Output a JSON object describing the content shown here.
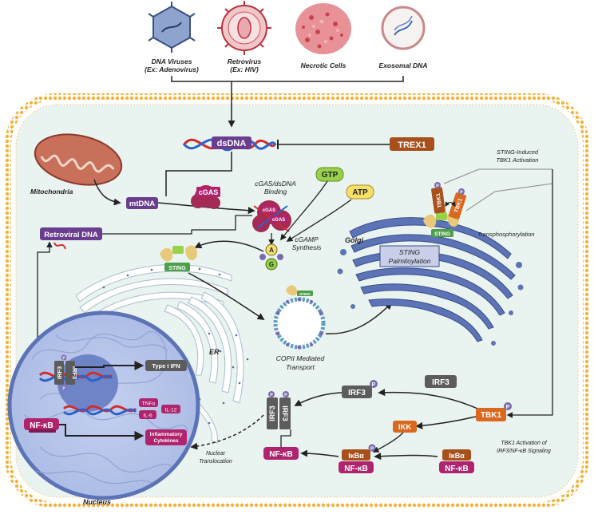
{
  "sources": {
    "dna_viruses": "DNA Viruses",
    "dna_viruses_ex": "(Ex: Adenovirus)",
    "retrovirus": "Retrovirus",
    "retrovirus_ex": "(Ex: HIV)",
    "necrotic": "Necrotic Cells",
    "exosomal": "Exosomal DNA"
  },
  "labels": {
    "dsdna": "dsDNA",
    "trex1": "TREX1",
    "mitochondria": "Mitochondria",
    "mtdna": "mtDNA",
    "cgas": "cGAS",
    "cgas_binding_1": "cGAS/dsDNA",
    "cgas_binding_2": "Binding",
    "gtp": "GTP",
    "atp": "ATP",
    "cgamp_1": "cGAMP",
    "cgamp_2": "Synthesis",
    "retroviral_dna": "Retroviral DNA",
    "golgi": "Golgi",
    "sting": "STING",
    "sting_palm_1": "STING",
    "sting_palm_2": "Palmitoylation",
    "sting_tbk1_1": "STING-Induced",
    "sting_tbk1_2": "TBK1 Activation",
    "tbk1": "TBK1",
    "transphos": "Transphosphorylation",
    "copii_1": "COPII Mediated",
    "copii_2": "Transport",
    "er": "ER",
    "nucleus": "Nucleus",
    "irf3": "IRF3",
    "type1_ifn": "Type I IFN",
    "nfkb": "NF-κB",
    "tnfa": "TNFα",
    "il12": "IL-12",
    "il6": "IL-6",
    "inflam_1": "Inflammatory",
    "inflam_2": "Cytokines",
    "nuclear_trans_1": "Nuclear",
    "nuclear_trans_2": "Translocation",
    "ikk": "IKK",
    "ikba": "IκBα",
    "p": "P",
    "a": "A",
    "g": "G",
    "tbk1_activation_1": "TBK1 Activation of",
    "tbk1_activation_2": "IRF3/NF-κB Signaling"
  },
  "colors": {
    "membrane": "#f2b33d",
    "cytoplasm": "#e9f3f0",
    "purple": "#6a3d8f",
    "magenta": "#b0246e",
    "orange": "#d9691e",
    "tbk1_brown": "#a8501c",
    "grey": "#5c5c5c",
    "gtp": "#9ad14b",
    "atp": "#f7e06a",
    "nucleus": "#b8c7ea",
    "er": "#ffffff"
  }
}
